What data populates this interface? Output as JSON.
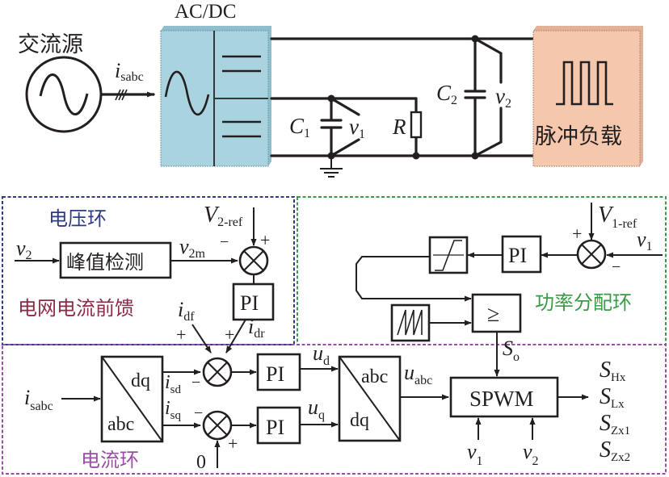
{
  "colors": {
    "acdc_fill": "#a9d3df",
    "load_fill": "#f5c8ad",
    "voltage_loop_border": "#2e3a87",
    "power_loop_border": "#3a9a48",
    "current_loop_border": "#9b4ea6",
    "voltage_loop_label": "#2e3a87",
    "feedforward_label": "#8b2b45",
    "power_loop_label": "#3a9a48",
    "current_loop_label": "#9b4ea6"
  },
  "circuit": {
    "ac_source_label": "交流源",
    "line_current": {
      "main": "i",
      "sub": "sabc"
    },
    "converter_label": "AC/DC",
    "c1": {
      "main": "C",
      "sub": "1"
    },
    "v1": {
      "main": "v",
      "sub": "1"
    },
    "r": "R",
    "c2": {
      "main": "C",
      "sub": "2"
    },
    "v2": {
      "main": "v",
      "sub": "2"
    },
    "load_label": "脉冲负载"
  },
  "voltage_loop": {
    "title": "电压环",
    "input": {
      "main": "v",
      "sub": "2"
    },
    "peak_detect_label": "峰值检测",
    "peak_out": {
      "main": "v",
      "sub": "2m"
    },
    "ref": {
      "main": "V",
      "sub": "2-ref"
    },
    "minus": "−",
    "plus": "+",
    "pi_label": "PI",
    "feedforward_label": "电网电流前馈",
    "idf": {
      "main": "i",
      "sub": "df"
    },
    "idr": {
      "main": "i",
      "sub": "dr"
    }
  },
  "power_loop": {
    "title": "功率分配环",
    "ref": {
      "main": "V",
      "sub": "1-ref"
    },
    "input": {
      "main": "v",
      "sub": "1"
    },
    "plus": "+",
    "minus": "−",
    "pi_label": "PI",
    "compare_label": "≥",
    "output": {
      "main": "S",
      "sub": "o"
    }
  },
  "current_loop": {
    "title": "电流环",
    "input": {
      "main": "i",
      "sub": "sabc"
    },
    "park": {
      "top": "dq",
      "bottom": "abc"
    },
    "isd": {
      "main": "i",
      "sub": "sd"
    },
    "isq": {
      "main": "i",
      "sub": "sq"
    },
    "zero": "0",
    "pi_d_label": "PI",
    "pi_q_label": "PI",
    "ud": {
      "main": "u",
      "sub": "d"
    },
    "uq": {
      "main": "u",
      "sub": "q"
    },
    "inv_park": {
      "top": "abc",
      "bottom": "dq"
    },
    "uabc": {
      "main": "u",
      "sub": "abc"
    },
    "spwm_label": "SPWM",
    "spwm_v1": {
      "main": "v",
      "sub": "1"
    },
    "spwm_v2": {
      "main": "v",
      "sub": "2"
    },
    "outputs": [
      {
        "main": "S",
        "sub": "Hx"
      },
      {
        "main": "S",
        "sub": "Lx"
      },
      {
        "main": "S",
        "sub": "Zx1"
      },
      {
        "main": "S",
        "sub": "Zx2"
      }
    ],
    "plus": "+",
    "minus": "−"
  }
}
